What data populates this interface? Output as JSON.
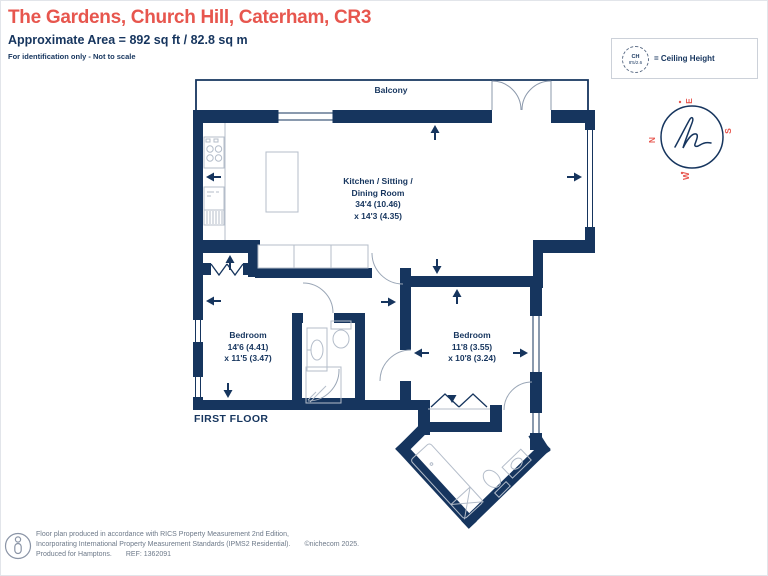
{
  "header": {
    "title": "The Gardens, Church Hill, Caterham, CR3",
    "area_line": "Approximate Area = 892 sq ft / 82.8 sq m",
    "note_line": "For identification only - Not to scale"
  },
  "legend": {
    "ch_abbr": "CH",
    "ch_value": "8'5/2.6",
    "label": "= Ceiling Height"
  },
  "compass": {
    "letter_n": "N",
    "letter_e": "E",
    "letter_s": "S",
    "letter_w": "W"
  },
  "plan": {
    "floor_label": "FIRST FLOOR",
    "balcony_label": "Balcony",
    "kitchen_room": {
      "name_line1": "Kitchen / Sitting /",
      "name_line2": "Dining Room",
      "dim_line1": "34'4 (10.46)",
      "dim_line2": "x 14'3 (4.35)"
    },
    "bedroom_left": {
      "name": "Bedroom",
      "dim_line1": "14'6 (4.41)",
      "dim_line2": "x 11'5 (3.47)"
    },
    "bedroom_right": {
      "name": "Bedroom",
      "dim_line1": "11'8 (3.55)",
      "dim_line2": "x 10'8 (3.24)"
    }
  },
  "footer": {
    "line1": "Floor plan produced in accordance with RICS Property Measurement 2nd Edition,",
    "line2": "Incorporating International Property Measurement Standards (IPMS2 Residential).",
    "copyright": "©nichecom 2025.",
    "line3": "Produced for Hamptons.",
    "ref": "REF: 1362091"
  },
  "colors": {
    "wall_navy": "#16355e",
    "accent_red": "#e7564e",
    "fixture_gray": "#b4bdca",
    "arc_gray": "#9aa6b6",
    "muted_text": "#6d7989"
  }
}
